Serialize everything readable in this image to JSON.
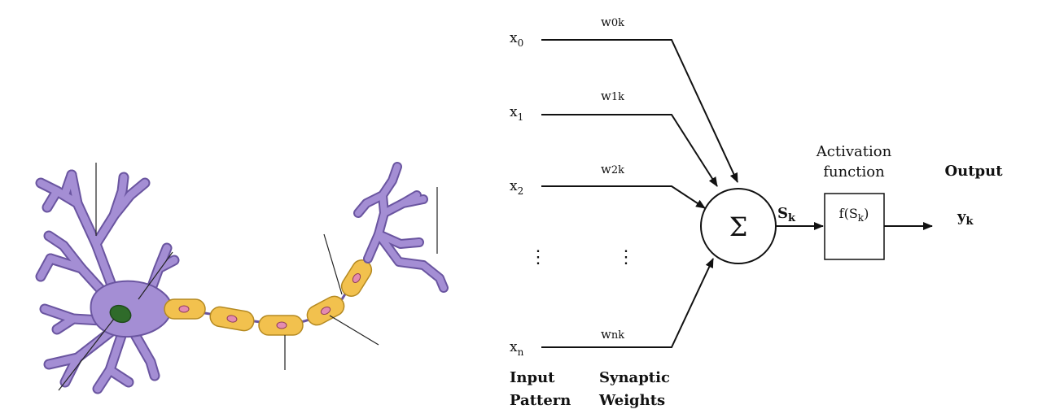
{
  "neuron": {
    "colors": {
      "body": "#a48ed4",
      "body_stroke": "#6a55a0",
      "nucleus": "#2f6b2a",
      "myelin": "#f2c14e",
      "myelin_stroke": "#b58a22",
      "node": "#e48bb0"
    }
  },
  "perceptron": {
    "inputs": [
      {
        "var": "x",
        "sub": "0",
        "weight_var": "w",
        "weight_sub": "0k"
      },
      {
        "var": "x",
        "sub": "1",
        "weight_var": "w",
        "weight_sub": "1k"
      },
      {
        "var": "x",
        "sub": "2",
        "weight_var": "w",
        "weight_sub": "2k"
      },
      {
        "var": "x",
        "sub": "n",
        "weight_var": "w",
        "weight_sub": "nk"
      }
    ],
    "ellipsis": "⋮",
    "sum_symbol": "Σ",
    "sum_out_var": "S",
    "sum_out_sub": "k",
    "activation_label_line1": "Activation",
    "activation_label_line2": "function",
    "activation_expr_pre": "f(S",
    "activation_expr_sub": "k",
    "activation_expr_post": ")",
    "output_label": "Output",
    "output_var": "y",
    "output_sub": "k",
    "input_pattern_line1": "Input",
    "input_pattern_line2": "Pattern",
    "synaptic_weights_line1": "Synaptic",
    "synaptic_weights_line2": "Weights"
  }
}
